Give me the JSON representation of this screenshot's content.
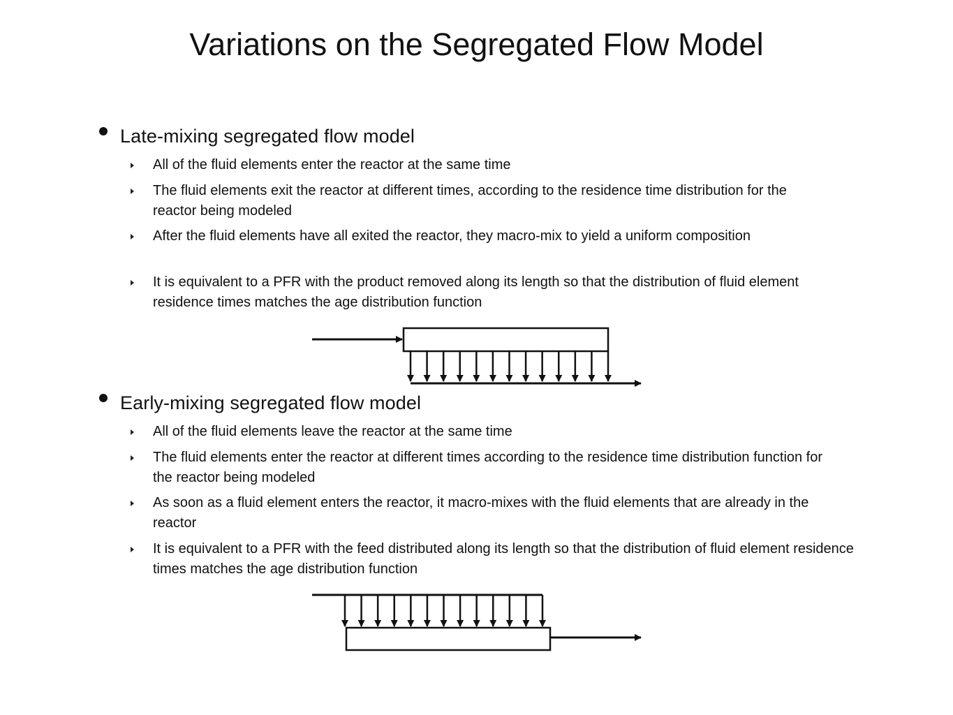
{
  "title": "Variations on the Segregated Flow Model",
  "sections": [
    {
      "heading": "Late-mixing segregated flow model",
      "items": [
        "All of the fluid elements enter the reactor at the same time",
        "The fluid elements exit the reactor at different times, according to the residence time distribution for the reactor being modeled",
        "After the fluid elements have all exited the reactor, they macro-mix to yield a uniform composition",
        "It is equivalent to a PFR with the product removed along its length so that the distribution of fluid element residence times matches the age distribution function"
      ]
    },
    {
      "heading": "Early-mixing segregated flow model",
      "items": [
        "All of the fluid elements leave the reactor at the same time",
        "The fluid elements enter the reactor at different times according to the residence time distribution function for the reactor being modeled",
        "As soon as a fluid element enters the reactor, it macro-mixes with the fluid elements that are already in the reactor",
        "It is equivalent to a PFR with the feed distributed along its length so that the distribution of fluid element residence times matches the age distribution function"
      ]
    }
  ],
  "diagrams": {
    "late_mixing": {
      "side_stream_count": 13
    },
    "early_mixing": {
      "side_stream_count": 13
    }
  }
}
